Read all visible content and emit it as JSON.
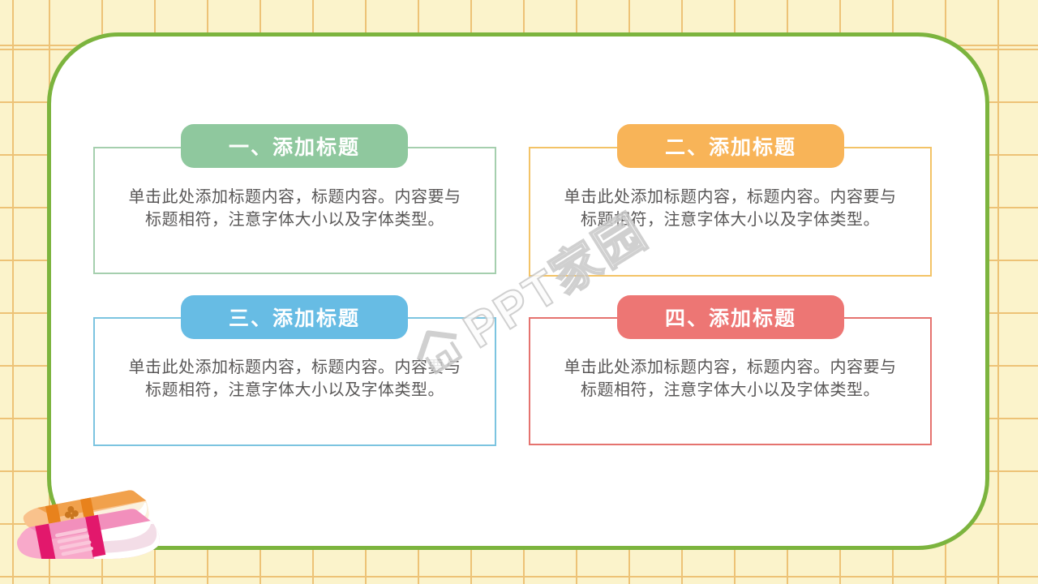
{
  "slide": {
    "background_color": "#FBF3CB",
    "grid_line_color": "#EDC276",
    "card_border_color": "#7CB43E"
  },
  "boxes": [
    {
      "title": "一、添加标题",
      "accent_color": "#8FC89E",
      "border_color": "#A5CFAE",
      "body_lines": [
        "单击此处添加标题内容，标题内容。内容要与",
        "标题相符，注意字体大小以及字体类型。"
      ]
    },
    {
      "title": "二、添加标题",
      "accent_color": "#F8B458",
      "border_color": "#F3C367",
      "body_lines": [
        "单击此处添加标题内容，标题内容。内容要与",
        "标题相符，注意字体大小以及字体类型。"
      ]
    },
    {
      "title": "三、添加标题",
      "accent_color": "#67BCE4",
      "border_color": "#7CC4E0",
      "body_lines": [
        "单击此处添加标题内容，标题内容。内容要与",
        "标题相符，注意字体大小以及字体类型。"
      ]
    },
    {
      "title": "四、添加标题",
      "accent_color": "#ED7674",
      "border_color": "#E5736F",
      "body_lines": [
        "单击此处添加标题内容，标题内容。内容要与",
        "标题相符，注意字体大小以及字体类型。"
      ]
    }
  ],
  "watermark": {
    "icon": "house-logo",
    "text": "PPT家园",
    "outline_color": "#C8C8C8"
  },
  "illustration": {
    "name": "stacked-books",
    "top_book_color": "#F1A14C",
    "bottom_book_color": "#F8A9CA"
  },
  "body_text_color": "#595757"
}
